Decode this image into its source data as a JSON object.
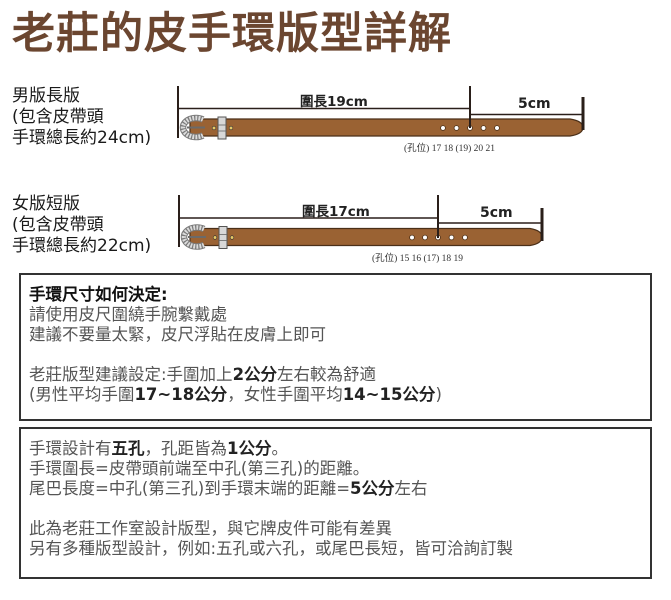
{
  "title": "老莊的皮手環版型詳解",
  "variants": [
    {
      "label_lines": [
        "男版長版",
        "(包含皮帶頭",
        "手環總長約24cm)"
      ],
      "circumference_label": "圍長19cm",
      "tail_label": "5cm",
      "holes_prefix": "(孔位)",
      "holes": [
        "17",
        "18",
        "(19)",
        "20",
        "21"
      ],
      "holes_text": "(孔位) 17 18 (19) 20 21"
    },
    {
      "label_lines": [
        "女版短版",
        "(包含皮帶頭",
        "手環總長約22cm)"
      ],
      "circumference_label": "圍長17cm",
      "tail_label": "5cm",
      "holes_prefix": "(孔位)",
      "holes": [
        "15",
        "16",
        "(17)",
        "18",
        "19"
      ],
      "holes_text": "(孔位) 15 16 (17) 18 19"
    }
  ],
  "colors": {
    "title": "#6b4630",
    "leather": "#9a6233",
    "leather_edge": "#5a3a1e",
    "buckle": "#c8c8c8",
    "dimension_line": "#2a1f1a"
  },
  "box1": {
    "heading": "手環尺寸如何決定:",
    "line1": "請使用皮尺圍繞手腕繫戴處",
    "line2": "建議不要量太緊，皮尺浮貼在皮膚上即可",
    "line3_pre": "老莊版型建議設定:手圍加上",
    "line3_bold": "2公分",
    "line3_post": "左右較為舒適",
    "line4_a": "(男性平均手圍",
    "line4_b": "17~18公分",
    "line4_c": "，女性手圍平均",
    "line4_d": "14~15公分",
    "line4_e": ")"
  },
  "box2": {
    "line1_a": "手環設計有",
    "line1_b": "五孔",
    "line1_c": "，孔距皆為",
    "line1_d": "1公分",
    "line1_e": "。",
    "line2": "手環圍長=皮帶頭前端至中孔(第三孔)的距離。",
    "line3_a": "尾巴長度=中孔(第三孔)到手環末端的距離=",
    "line3_b": "5公分",
    "line3_c": "左右",
    "line4": "此為老莊工作室設計版型，與它牌皮件可能有差異",
    "line5": "另有多種版型設計，例如:五孔或六孔，或尾巴長短，皆可洽詢訂製"
  }
}
